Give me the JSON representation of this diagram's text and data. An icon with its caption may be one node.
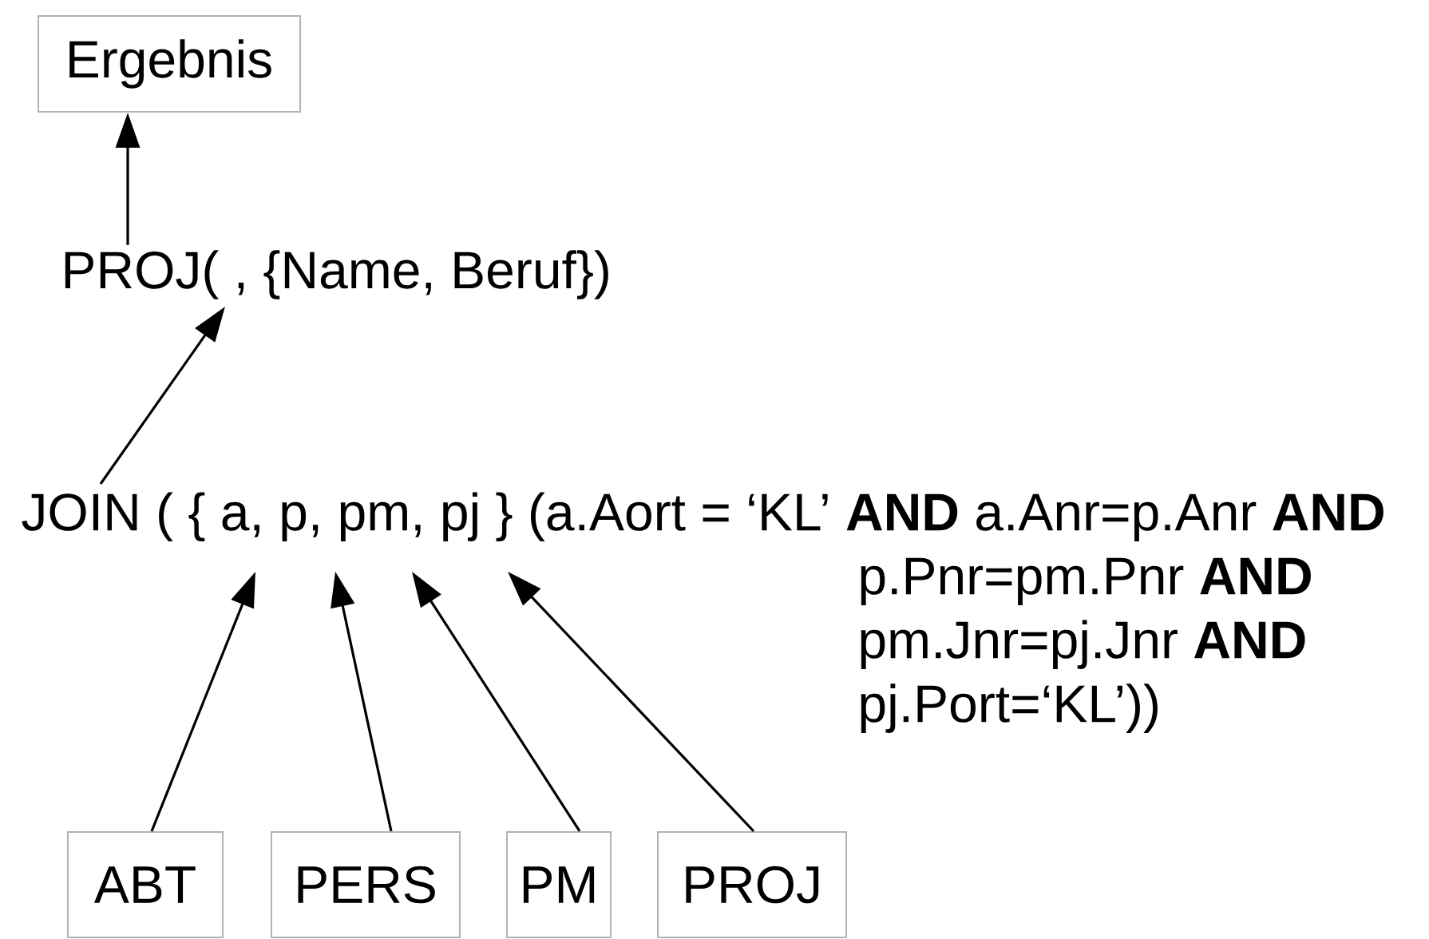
{
  "diagram": {
    "nodes": [
      {
        "text": [
          "Ergebnis"
        ]
      },
      {
        "text": [
          "PROJ( , {Name, Beruf})"
        ]
      },
      {
        "text": [
          "JOIN ( { a, p, pm, pj } (a.Aort = ‘KL’ **AND** a.Anr=p.Anr **AND** p.Pnr=pm.Pnr **AND** pm.Jnr=pj.Jnr **AND** pj.Port=‘KL’))"
        ]
      },
      {
        "text": [
          "ABT"
        ]
      },
      {
        "text": [
          "PERS"
        ]
      },
      {
        "text": [
          "PM"
        ]
      },
      {
        "text": [
          "PROJ"
        ]
      }
    ],
    "edges": [
      {
        "from": 1,
        "to": 0,
        "arrow": "to"
      },
      {
        "from": 2,
        "to": 1,
        "arrow": "to"
      },
      {
        "from": 3,
        "to": 2,
        "arrow": "to"
      },
      {
        "from": 4,
        "to": 2,
        "arrow": "to"
      },
      {
        "from": 5,
        "to": 2,
        "arrow": "to"
      },
      {
        "from": 6,
        "to": 2,
        "arrow": "to"
      }
    ]
  }
}
